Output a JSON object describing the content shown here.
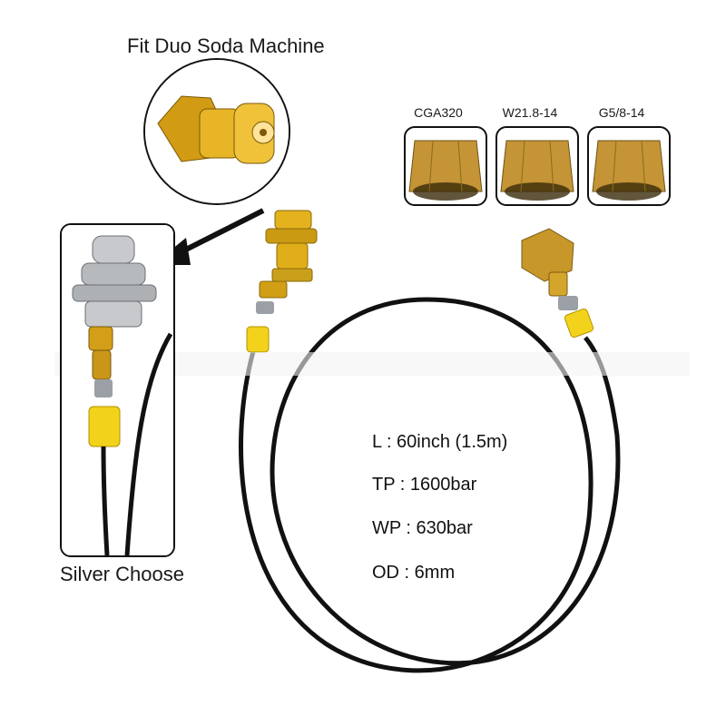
{
  "captions": {
    "fit_label": "Fit Duo Soda Machine",
    "silver_label": "Silver Choose"
  },
  "threads": [
    {
      "label": "CGA320"
    },
    {
      "label": "W21.8-14"
    },
    {
      "label": "G5/8-14"
    }
  ],
  "specs": [
    {
      "text": "L : 60inch (1.5m)"
    },
    {
      "text": "TP : 1600bar"
    },
    {
      "text": "WP : 630bar"
    },
    {
      "text": "OD : 6mm"
    }
  ],
  "colors": {
    "brass": "#d4a017",
    "hose": "#111111",
    "yellow_sleeve": "#f2d21b",
    "silver": "#c7c9cc"
  }
}
